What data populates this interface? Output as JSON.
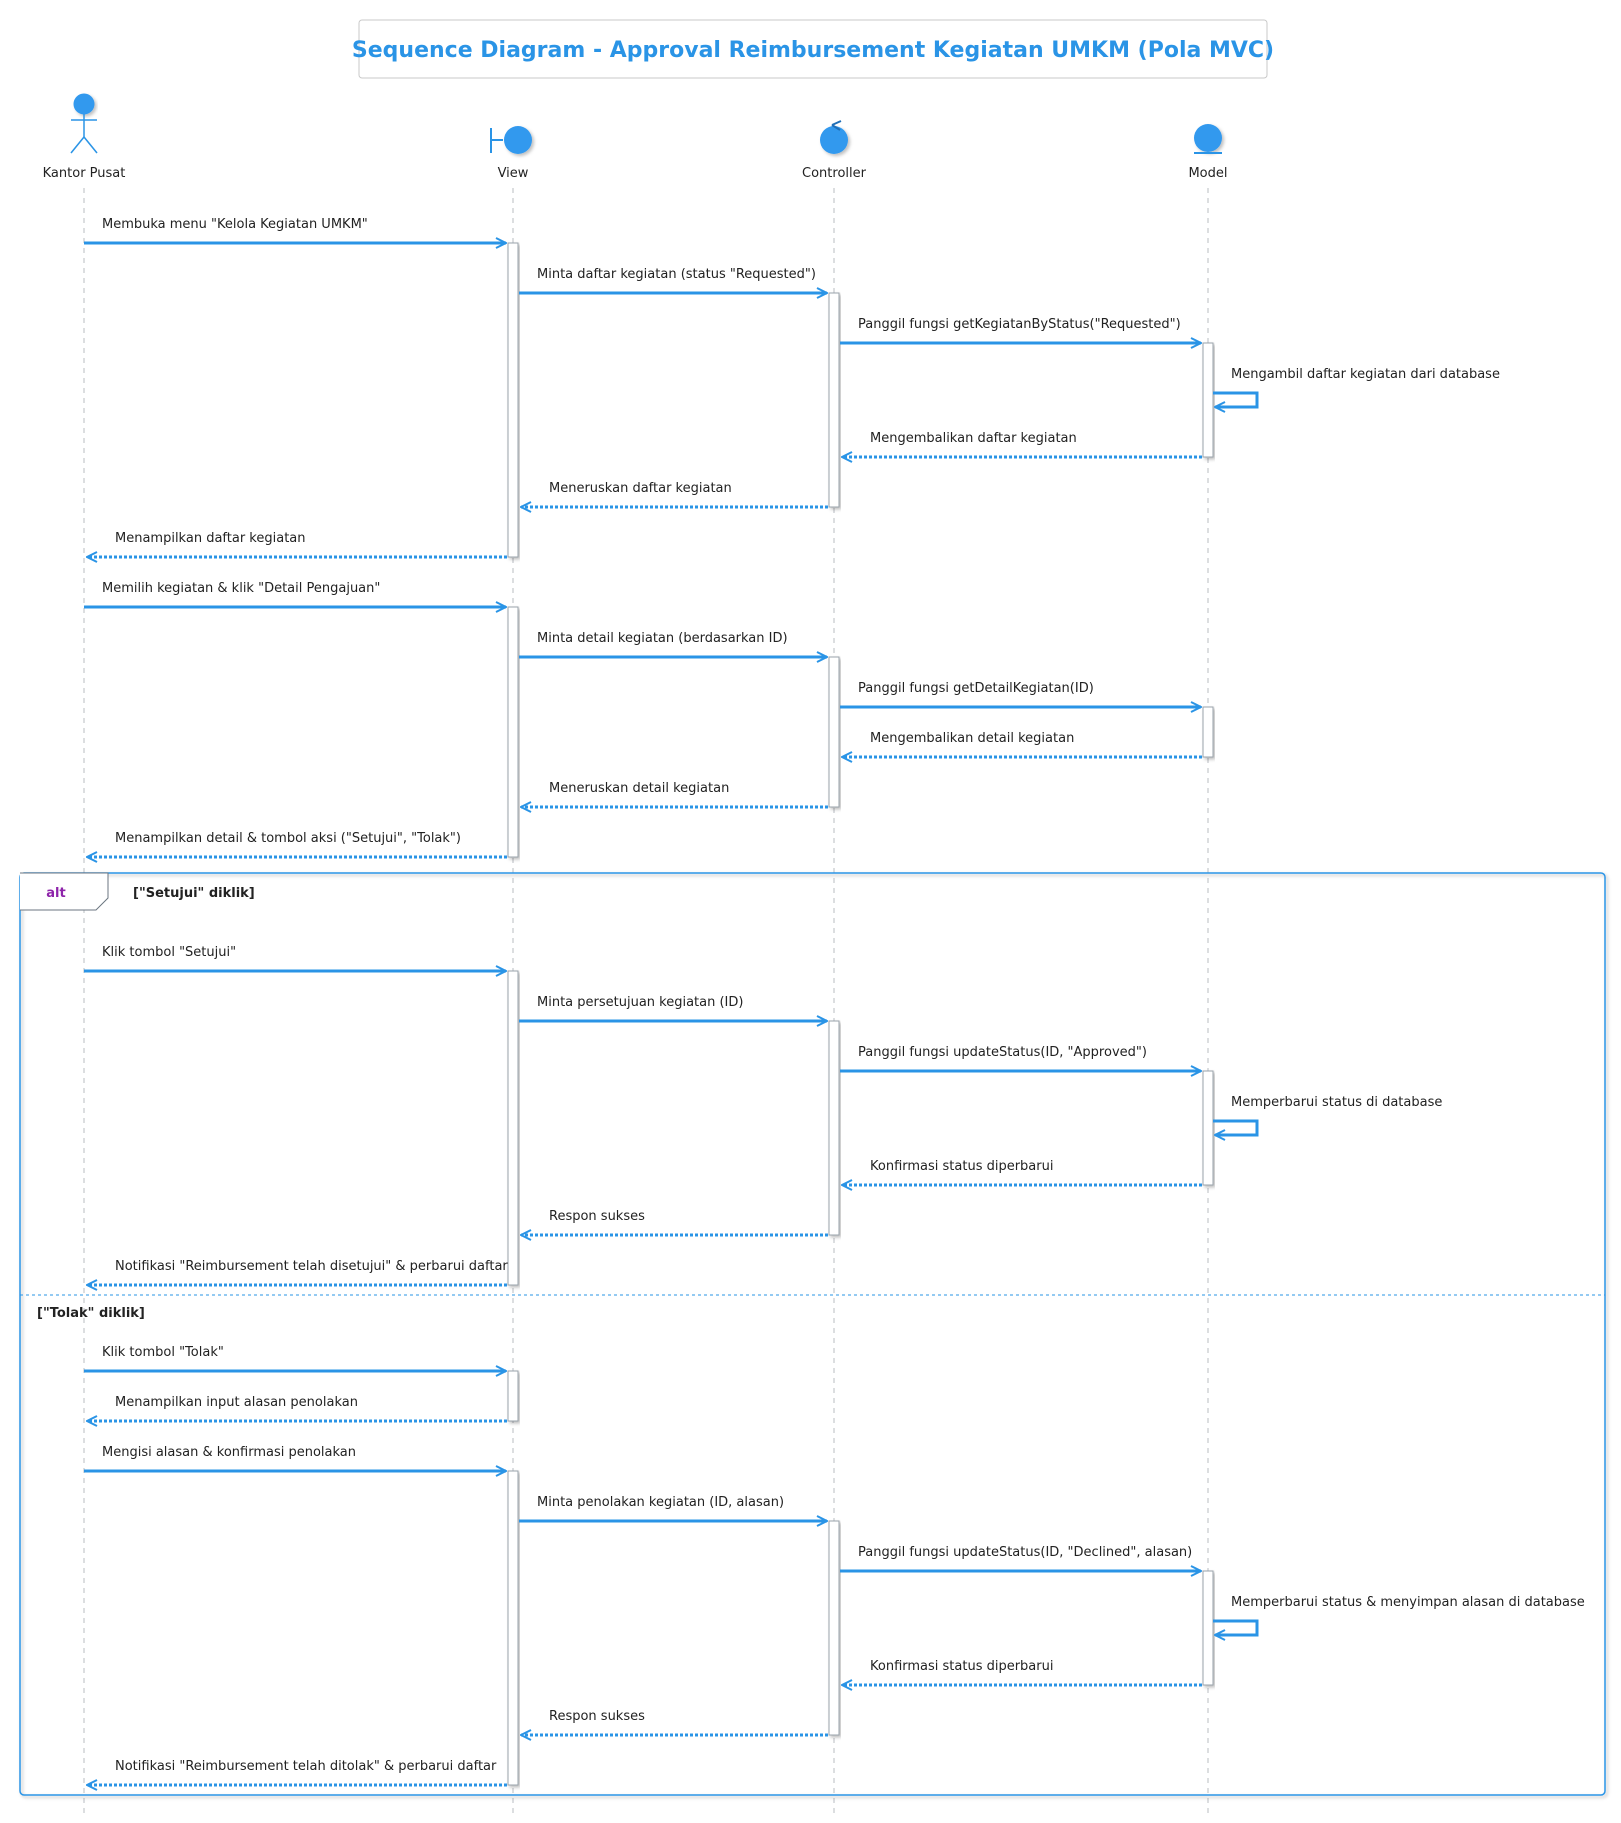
{
  "title": "Sequence Diagram - Approval Reimbursement Kegiatan UMKM (Pola MVC)",
  "colors": {
    "accent": "#2a94e6",
    "actor_fill": "#3399ee",
    "frame_keyword": "#8e24aa",
    "lifeline": "#b8bcc2"
  },
  "participants": [
    {
      "id": "kp",
      "name": "Kantor Pusat",
      "kind": "actor",
      "icon": "actor-icon"
    },
    {
      "id": "view",
      "name": "View",
      "kind": "boundary",
      "icon": "boundary-icon"
    },
    {
      "id": "ctrl",
      "name": "Controller",
      "kind": "control",
      "icon": "control-icon"
    },
    {
      "id": "model",
      "name": "Model",
      "kind": "entity",
      "icon": "entity-icon"
    }
  ],
  "messages": [
    {
      "from": "kp",
      "to": "view",
      "type": "sync",
      "label": "Membuka menu \"Kelola Kegiatan UMKM\""
    },
    {
      "from": "view",
      "to": "ctrl",
      "type": "sync",
      "label": "Minta daftar kegiatan (status \"Requested\")"
    },
    {
      "from": "ctrl",
      "to": "model",
      "type": "sync",
      "label": "Panggil fungsi getKegiatanByStatus(\"Requested\")"
    },
    {
      "from": "model",
      "to": "model",
      "type": "self",
      "label": "Mengambil daftar kegiatan dari database"
    },
    {
      "from": "model",
      "to": "ctrl",
      "type": "return",
      "label": "Mengembalikan daftar kegiatan"
    },
    {
      "from": "ctrl",
      "to": "view",
      "type": "return",
      "label": "Meneruskan daftar kegiatan"
    },
    {
      "from": "view",
      "to": "kp",
      "type": "return",
      "label": "Menampilkan daftar kegiatan"
    },
    {
      "from": "kp",
      "to": "view",
      "type": "sync",
      "label": "Memilih kegiatan & klik \"Detail Pengajuan\""
    },
    {
      "from": "view",
      "to": "ctrl",
      "type": "sync",
      "label": "Minta detail kegiatan (berdasarkan ID)"
    },
    {
      "from": "ctrl",
      "to": "model",
      "type": "sync",
      "label": "Panggil fungsi getDetailKegiatan(ID)"
    },
    {
      "from": "model",
      "to": "ctrl",
      "type": "return",
      "label": "Mengembalikan detail kegiatan"
    },
    {
      "from": "ctrl",
      "to": "view",
      "type": "return",
      "label": "Meneruskan detail kegiatan"
    },
    {
      "from": "view",
      "to": "kp",
      "type": "return",
      "label": "Menampilkan detail & tombol aksi (\"Setujui\", \"Tolak\")"
    },
    {
      "from": "kp",
      "to": "view",
      "type": "sync",
      "label": "Klik tombol \"Setujui\""
    },
    {
      "from": "view",
      "to": "ctrl",
      "type": "sync",
      "label": "Minta persetujuan kegiatan (ID)"
    },
    {
      "from": "ctrl",
      "to": "model",
      "type": "sync",
      "label": "Panggil fungsi updateStatus(ID, \"Approved\")"
    },
    {
      "from": "model",
      "to": "model",
      "type": "self",
      "label": "Memperbarui status di database"
    },
    {
      "from": "model",
      "to": "ctrl",
      "type": "return",
      "label": "Konfirmasi status diperbarui"
    },
    {
      "from": "ctrl",
      "to": "view",
      "type": "return",
      "label": "Respon sukses"
    },
    {
      "from": "view",
      "to": "kp",
      "type": "return",
      "label": "Notifikasi \"Reimbursement telah disetujui\" & perbarui daftar"
    },
    {
      "from": "kp",
      "to": "view",
      "type": "sync",
      "label": "Klik tombol \"Tolak\""
    },
    {
      "from": "view",
      "to": "kp",
      "type": "return",
      "label": "Menampilkan input alasan penolakan"
    },
    {
      "from": "kp",
      "to": "view",
      "type": "sync",
      "label": "Mengisi alasan & konfirmasi penolakan"
    },
    {
      "from": "view",
      "to": "ctrl",
      "type": "sync",
      "label": "Minta penolakan kegiatan (ID, alasan)"
    },
    {
      "from": "ctrl",
      "to": "model",
      "type": "sync",
      "label": "Panggil fungsi updateStatus(ID, \"Declined\", alasan)"
    },
    {
      "from": "model",
      "to": "model",
      "type": "self",
      "label": "Memperbarui status & menyimpan alasan di database"
    },
    {
      "from": "model",
      "to": "ctrl",
      "type": "return",
      "label": "Konfirmasi status diperbarui"
    },
    {
      "from": "ctrl",
      "to": "view",
      "type": "return",
      "label": "Respon sukses"
    },
    {
      "from": "view",
      "to": "kp",
      "type": "return",
      "label": "Notifikasi \"Reimbursement telah ditolak\" & perbarui daftar"
    }
  ],
  "alt_frame": {
    "keyword": "alt",
    "guards": [
      "[\"Setujui\" diklik]",
      "[\"Tolak\" diklik]"
    ]
  }
}
